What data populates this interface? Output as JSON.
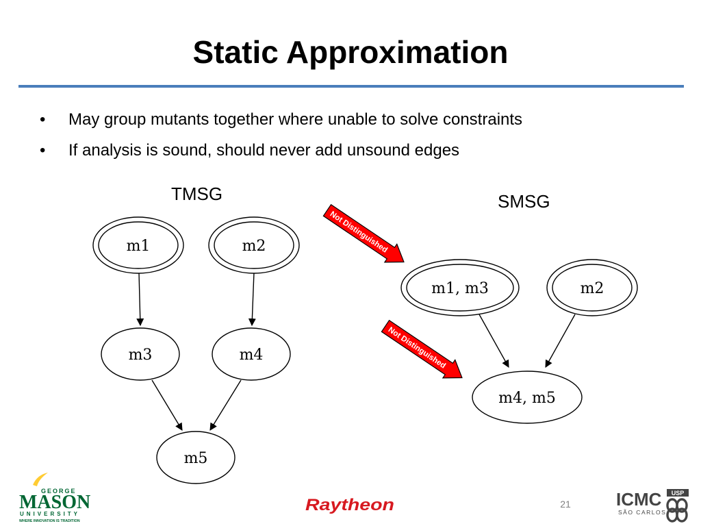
{
  "slide": {
    "title": "Static Approximation",
    "bullets": [
      "May group mutants together where unable to solve constraints",
      "If analysis is sound, should never add unsound edges"
    ],
    "page_number": "21"
  },
  "tmsg": {
    "label": "TMSG",
    "nodes": [
      "m1",
      "m2",
      "m3",
      "m4",
      "m5"
    ]
  },
  "smsg": {
    "label": "SMSG",
    "nodes": [
      "m1, m3",
      "m2",
      "m4, m5"
    ]
  },
  "annotations": [
    "Not Distinguished",
    "Not Distinguished"
  ],
  "logos": {
    "gmu_top": "GEORGE",
    "gmu_main": "MASON",
    "gmu_sub": "UNIVERSITY",
    "gmu_tag": "WHERE INNOVATION IS TRADITION",
    "raytheon": "Raytheon",
    "icmc": "ICMC",
    "icmc_sub": "SÃO CARLOS",
    "usp": "USP"
  },
  "colors": {
    "accent_rule": "#4a7ebb",
    "arrow_fill": "#ff0000",
    "raytheon": "#d71920",
    "gmu_green": "#006633",
    "gmu_gold": "#ffcc33"
  }
}
